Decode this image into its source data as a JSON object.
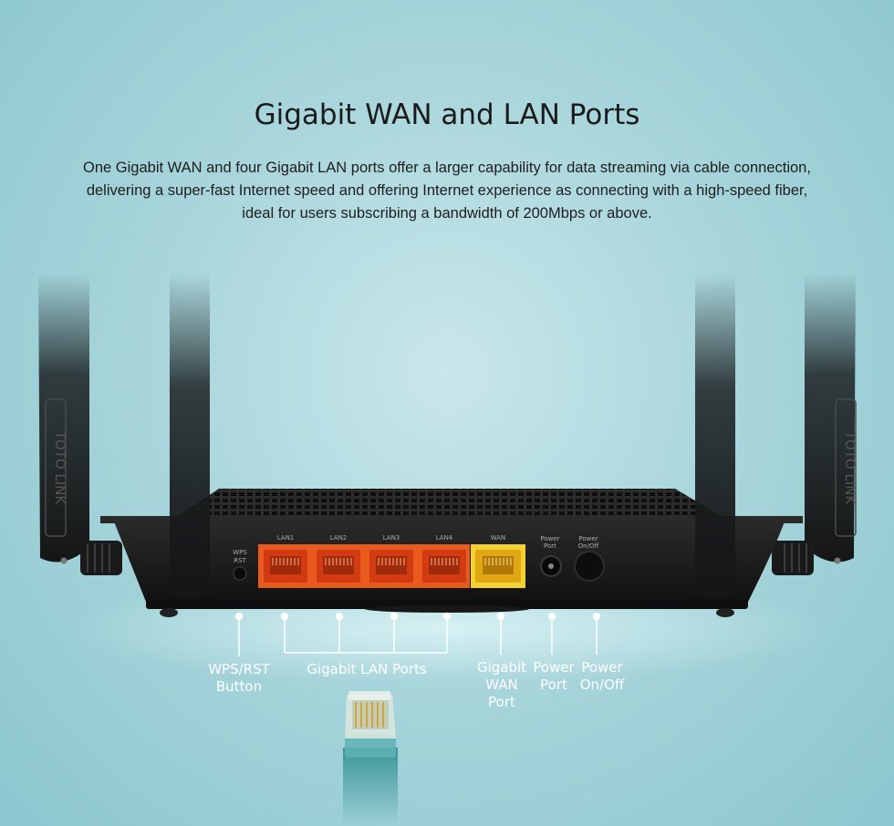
{
  "heading": "Gigabit WAN and LAN Ports",
  "description": [
    "One Gigabit WAN and four Gigabit LAN ports offer a larger capability for data streaming via cable connection,",
    "delivering a super-fast Internet speed and offering Internet experience as connecting with a high-speed fiber,",
    "ideal for users subscribing a bandwidth of 200Mbps or above."
  ],
  "router": {
    "brand_mark": "TOTO LINK",
    "wps_small_label": [
      "WPS",
      "RST"
    ],
    "lan_small_labels": [
      "LAN1",
      "LAN2",
      "LAN3",
      "LAN4"
    ],
    "wan_small_label": "WAN",
    "power_port_small_label": [
      "Power",
      "Port"
    ],
    "power_switch_small_label": [
      "Power",
      "On/Off"
    ]
  },
  "callouts": {
    "wps_button": [
      "WPS/RST",
      "Button"
    ],
    "lan_ports": "Gigabit LAN Ports",
    "wan_port": [
      "Gigabit",
      "WAN",
      "Port"
    ],
    "power_port": [
      "Power",
      "Port"
    ],
    "power_switch": [
      "Power",
      "On/Off"
    ]
  },
  "colors": {
    "lan_port": "#e85a1e",
    "wan_port": "#f2d232",
    "router_body": "#1c1c1c",
    "background": "#a9d6dc"
  }
}
